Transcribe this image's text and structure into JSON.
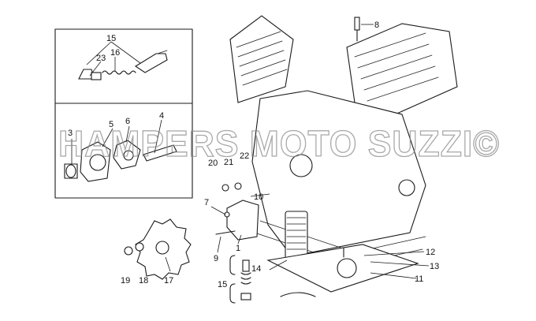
{
  "callouts": {
    "c15_top": "15",
    "c23": "23",
    "c16": "16",
    "c3": "3",
    "c5": "5",
    "c6": "6",
    "c4": "4",
    "c8": "8",
    "c20": "20",
    "c21": "21",
    "c22": "22",
    "c7": "7",
    "c10": "10",
    "c9": "9",
    "c1": "1",
    "c19": "19",
    "c18": "18",
    "c17": "17",
    "c14": "14",
    "c15_bottom": "15",
    "c12": "12",
    "c13": "13",
    "c11": "11"
  },
  "watermark": "HAMPERS MOTO SUZZI©"
}
